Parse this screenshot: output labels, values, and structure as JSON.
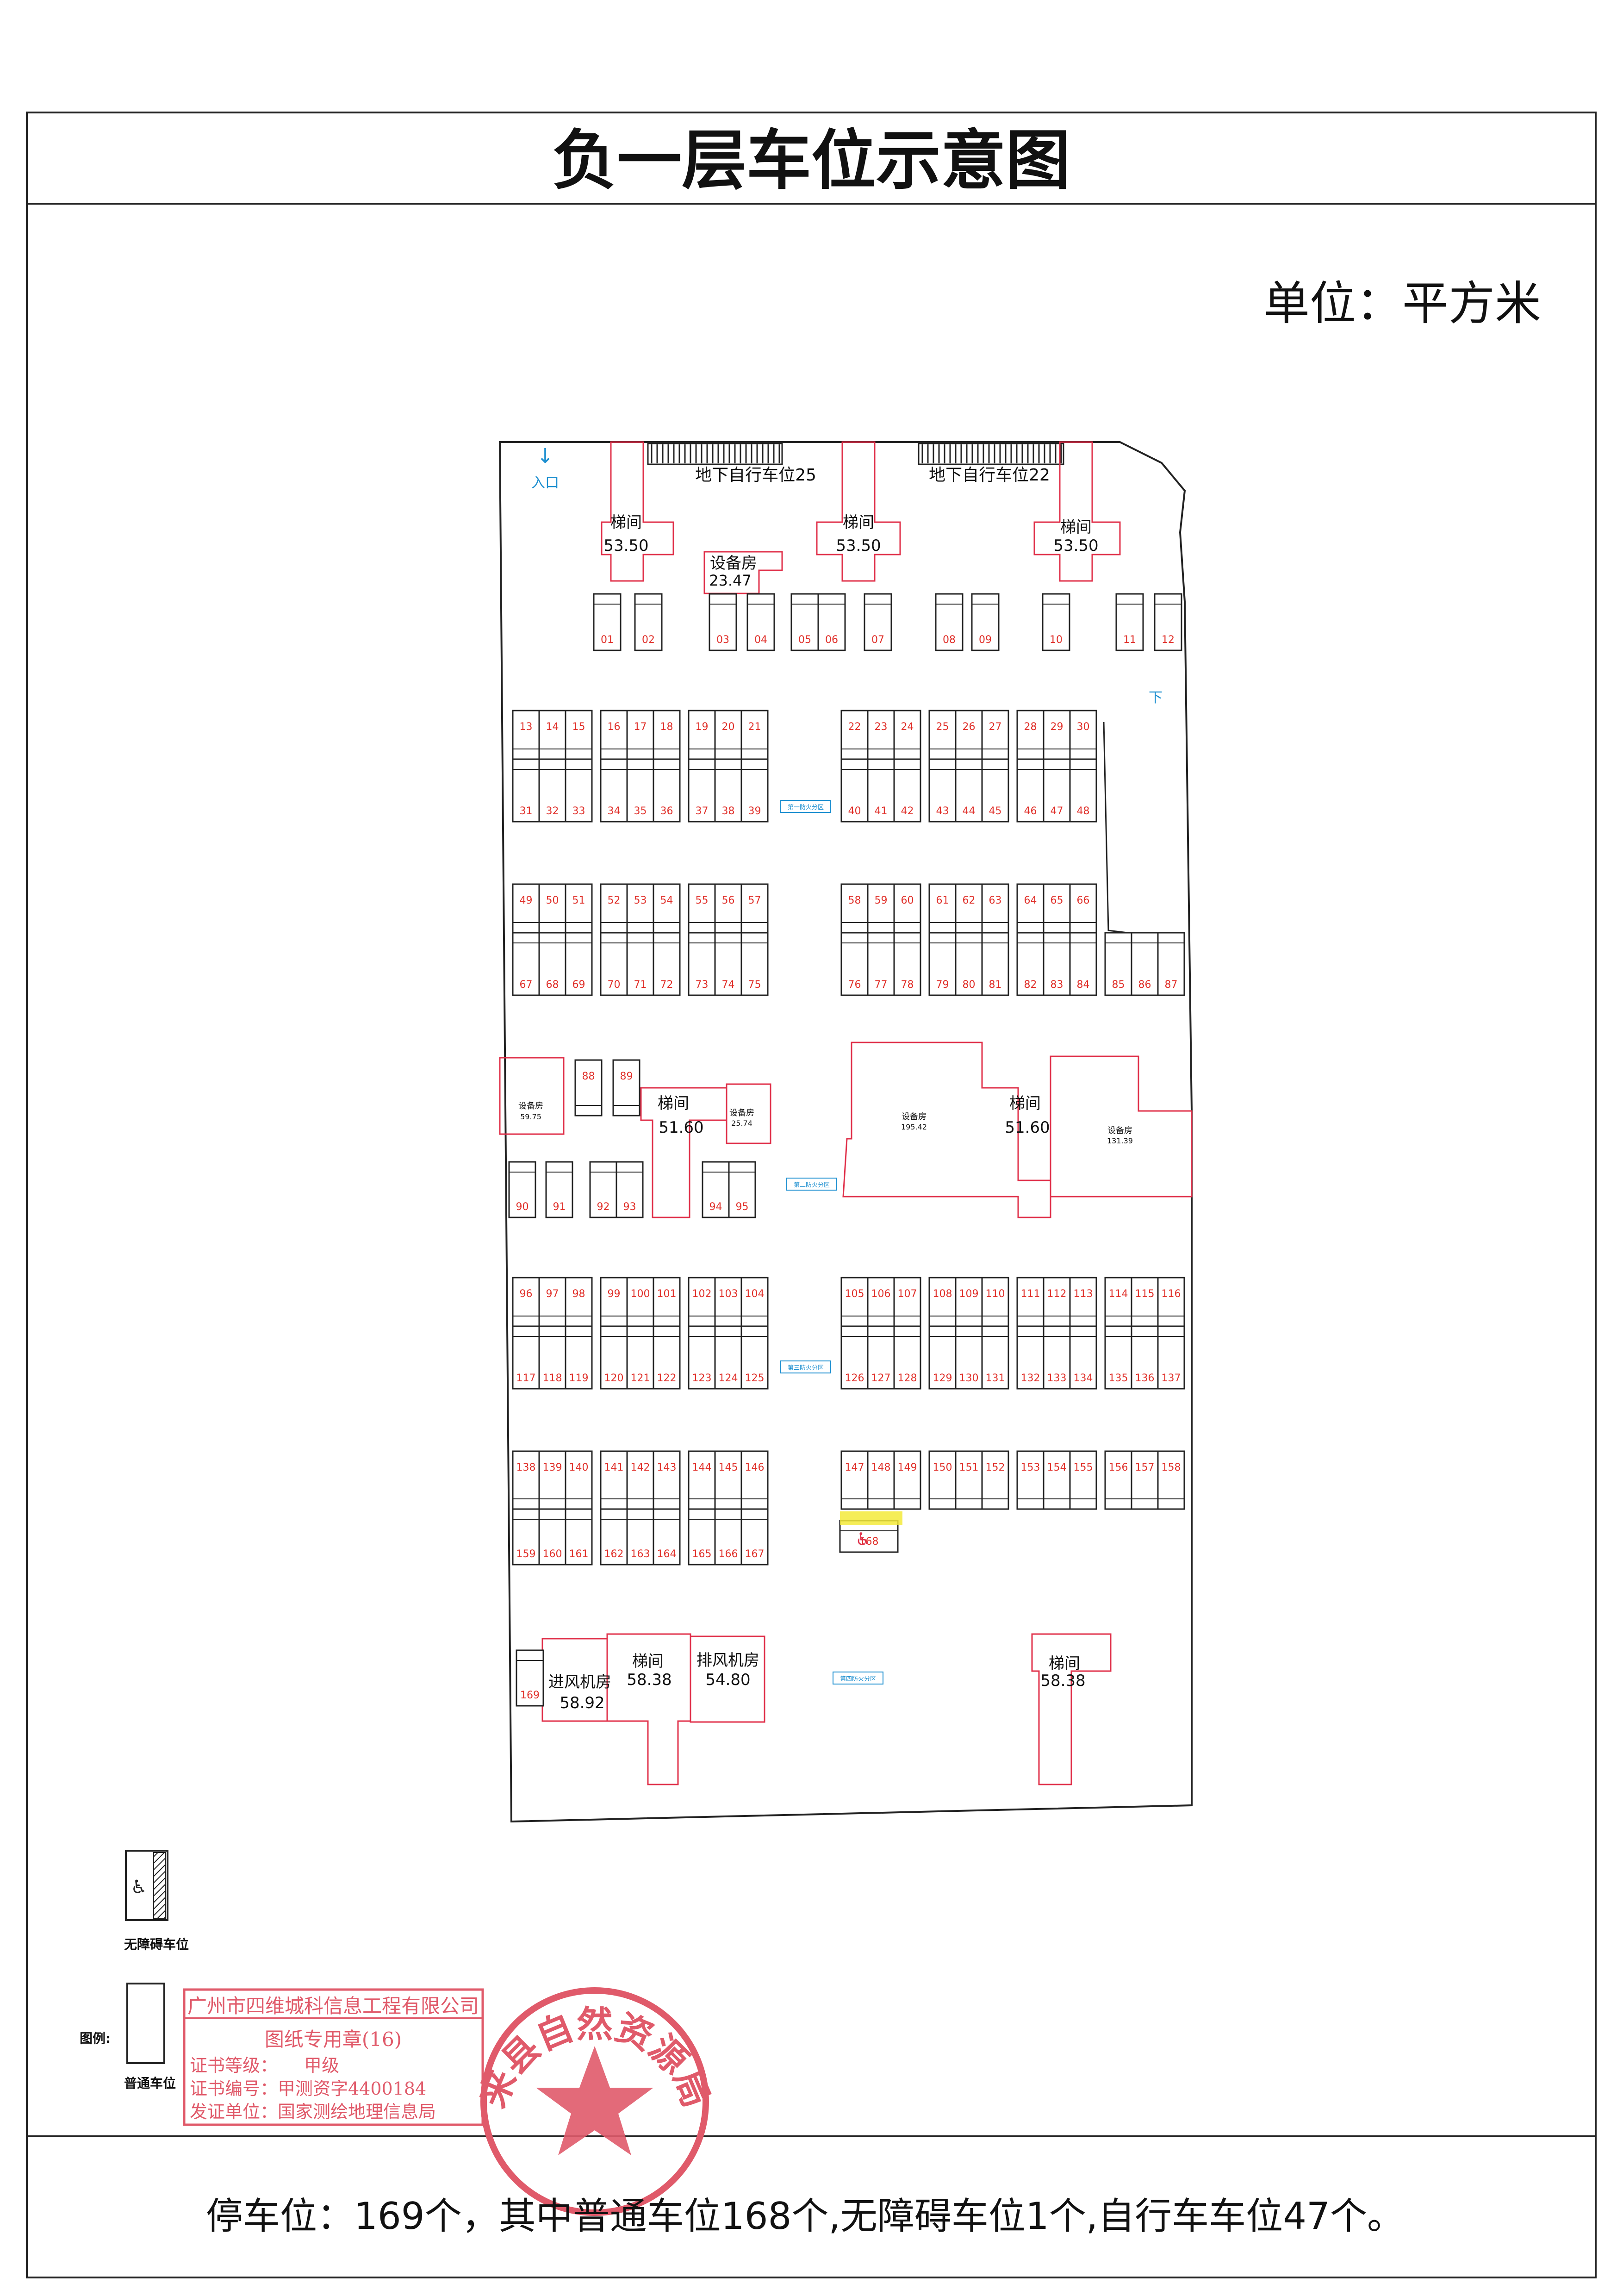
{
  "title": "负一层车位示意图",
  "unit_label": "单位：平方米",
  "entrance_label": "入口",
  "ramp_down_label": "下",
  "bike_areas": [
    {
      "label": "地下自行车位25"
    },
    {
      "label": "地下自行车位22"
    }
  ],
  "rooms": {
    "stair_top_1": {
      "name": "梯间",
      "area": "53.50"
    },
    "stair_top_2": {
      "name": "梯间",
      "area": "53.50"
    },
    "stair_top_3": {
      "name": "梯间",
      "area": "53.50"
    },
    "equip_top": {
      "name": "设备房",
      "area": "23.47"
    },
    "equip_left": {
      "name": "设备房",
      "area": "59.75"
    },
    "stair_mid_1": {
      "name": "梯间",
      "area": "51.60"
    },
    "equip_mid_small": {
      "name": "设备房",
      "area": "25.74"
    },
    "equip_mid_big": {
      "name": "设备房",
      "area": "195.42"
    },
    "stair_mid_2": {
      "name": "梯间",
      "area": "51.60"
    },
    "equip_right": {
      "name": "设备房",
      "area": "131.39"
    },
    "intake_room": {
      "name": "进风机房",
      "area": "58.92"
    },
    "stair_bot_1": {
      "name": "梯间",
      "area": "58.38"
    },
    "exhaust_room": {
      "name": "排风机房",
      "area": "54.80"
    },
    "stair_bot_2": {
      "name": "梯间",
      "area": "58.38"
    }
  },
  "fire_zones": [
    "第一防火分区",
    "第二防火分区",
    "第三防火分区",
    "第四防火分区"
  ],
  "parking_labels": {
    "row_a": [
      "01",
      "02",
      "03",
      "04",
      "05",
      "06",
      "07",
      "08",
      "09",
      "10",
      "11",
      "12"
    ],
    "row_b_top": [
      "13",
      "14",
      "15",
      "16",
      "17",
      "18",
      "19",
      "20",
      "21",
      "22",
      "23",
      "24",
      "25",
      "26",
      "27",
      "28",
      "29",
      "30"
    ],
    "row_b_bot": [
      "31",
      "32",
      "33",
      "34",
      "35",
      "36",
      "37",
      "38",
      "39",
      "40",
      "41",
      "42",
      "43",
      "44",
      "45",
      "46",
      "47",
      "48"
    ],
    "row_c_top": [
      "49",
      "50",
      "51",
      "52",
      "53",
      "54",
      "55",
      "56",
      "57",
      "58",
      "59",
      "60",
      "61",
      "62",
      "63",
      "64",
      "65",
      "66"
    ],
    "row_c_bot": [
      "67",
      "68",
      "69",
      "70",
      "71",
      "72",
      "73",
      "74",
      "75",
      "76",
      "77",
      "78",
      "79",
      "80",
      "81",
      "82",
      "83",
      "84",
      "85",
      "86",
      "87"
    ],
    "row_d": [
      "88",
      "89"
    ],
    "row_e": [
      "90",
      "91",
      "92",
      "93",
      "94",
      "95"
    ],
    "row_f_top": [
      "96",
      "97",
      "98",
      "99",
      "100",
      "101",
      "102",
      "103",
      "104",
      "105",
      "106",
      "107",
      "108",
      "109",
      "110",
      "111",
      "112",
      "113",
      "114",
      "115",
      "116"
    ],
    "row_f_bot": [
      "117",
      "118",
      "119",
      "120",
      "121",
      "122",
      "123",
      "124",
      "125",
      "126",
      "127",
      "128",
      "129",
      "130",
      "131",
      "132",
      "133",
      "134",
      "135",
      "136",
      "137"
    ],
    "row_g_top": [
      "138",
      "139",
      "140",
      "141",
      "142",
      "143",
      "144",
      "145",
      "146",
      "147",
      "148",
      "149",
      "150",
      "151",
      "152",
      "153",
      "154",
      "155",
      "156",
      "157",
      "158"
    ],
    "row_g_bot": [
      "159",
      "160",
      "161",
      "162",
      "163",
      "164",
      "165",
      "166",
      "167"
    ],
    "accessible": "168",
    "last": "169"
  },
  "legend": {
    "accessible_label": "无障碍车位",
    "legend_title": "图例:",
    "normal_label": "普通车位"
  },
  "stamp_rect": {
    "line1": "广州市四维城科信息工程有限公司",
    "line2": "图纸专用章(16)",
    "line3": "证书等级：　　甲级",
    "line4": "证书编号：甲测资字4400184",
    "line5": "发证单位：国家测绘地理信息局"
  },
  "stamp_round": {
    "text": "来县自然资源局"
  },
  "summary": "停车位：169个，其中普通车位168个,无障碍车位1个,自行车车位47个。",
  "colors": {
    "red": "#e0304a",
    "slot_num": "#e0302a",
    "blue": "#1d8fd0",
    "line": "#222222"
  }
}
